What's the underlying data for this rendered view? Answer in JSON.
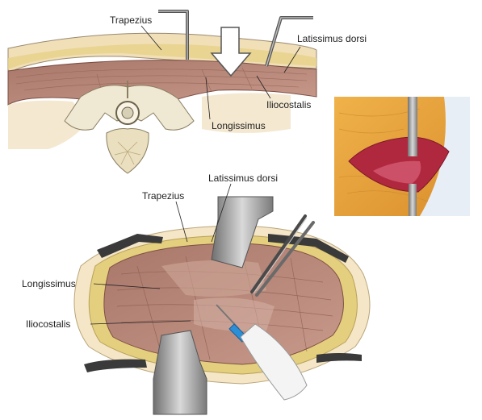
{
  "labels": {
    "top_trapezius": "Trapezius",
    "top_latissimus": "Latissimus dorsi",
    "top_iliocostalis": "Iliocostalis",
    "top_longissimus": "Longissimus",
    "bottom_latissimus": "Latissimus dorsi",
    "bottom_trapezius": "Trapezius",
    "bottom_longissimus": "Longissimus",
    "bottom_iliocostalis": "Iliocostalis"
  },
  "colors": {
    "skin": "#f3e3c2",
    "fat": "#eadb96",
    "muscle": "#b88474",
    "muscle_dark": "#8e5b4e",
    "bone": "#efe9d8",
    "retractor": "#9a9a9a",
    "cautery_blue": "#2a8fd6",
    "photo_bg": "#e9a33c",
    "photo_wound": "#b0283e"
  }
}
